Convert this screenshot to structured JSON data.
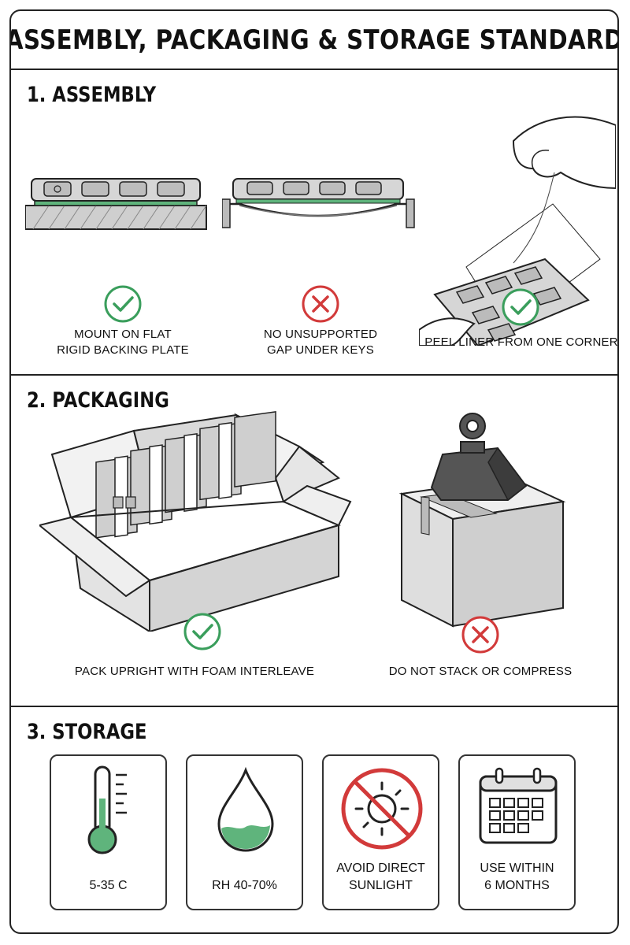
{
  "title": "ASSEMBLY, PACKAGING & STORAGE STANDARD",
  "colors": {
    "ok": "#3a9e5c",
    "bad": "#d23a3a",
    "accent_green": "#5fb47c",
    "line": "#222222"
  },
  "sections": {
    "assembly": {
      "heading": "1. ASSEMBLY",
      "items": [
        {
          "caption_line1": "MOUNT ON FLAT",
          "caption_line2": "RIGID BACKING PLATE",
          "status": "ok"
        },
        {
          "caption_line1": "NO UNSUPPORTED",
          "caption_line2": "GAP UNDER KEYS",
          "status": "bad"
        },
        {
          "caption_line1": "PEEL LINER FROM ONE CORNER",
          "status": "ok"
        }
      ]
    },
    "packaging": {
      "heading": "2. PACKAGING",
      "items": [
        {
          "caption": "PACK UPRIGHT WITH FOAM INTERLEAVE",
          "status": "ok"
        },
        {
          "caption": "DO NOT STACK OR COMPRESS",
          "status": "bad"
        }
      ]
    },
    "storage": {
      "heading": "3. STORAGE",
      "cards": [
        {
          "label_line1": "5-35 C",
          "icon": "thermometer-icon"
        },
        {
          "label_line1": "RH 40-70%",
          "icon": "humidity-drop-icon"
        },
        {
          "label_line1": "AVOID DIRECT",
          "label_line2": "SUNLIGHT",
          "icon": "no-sunlight-icon"
        },
        {
          "label_line1": "USE WITHIN",
          "label_line2": "6 MONTHS",
          "icon": "calendar-icon"
        }
      ]
    }
  }
}
